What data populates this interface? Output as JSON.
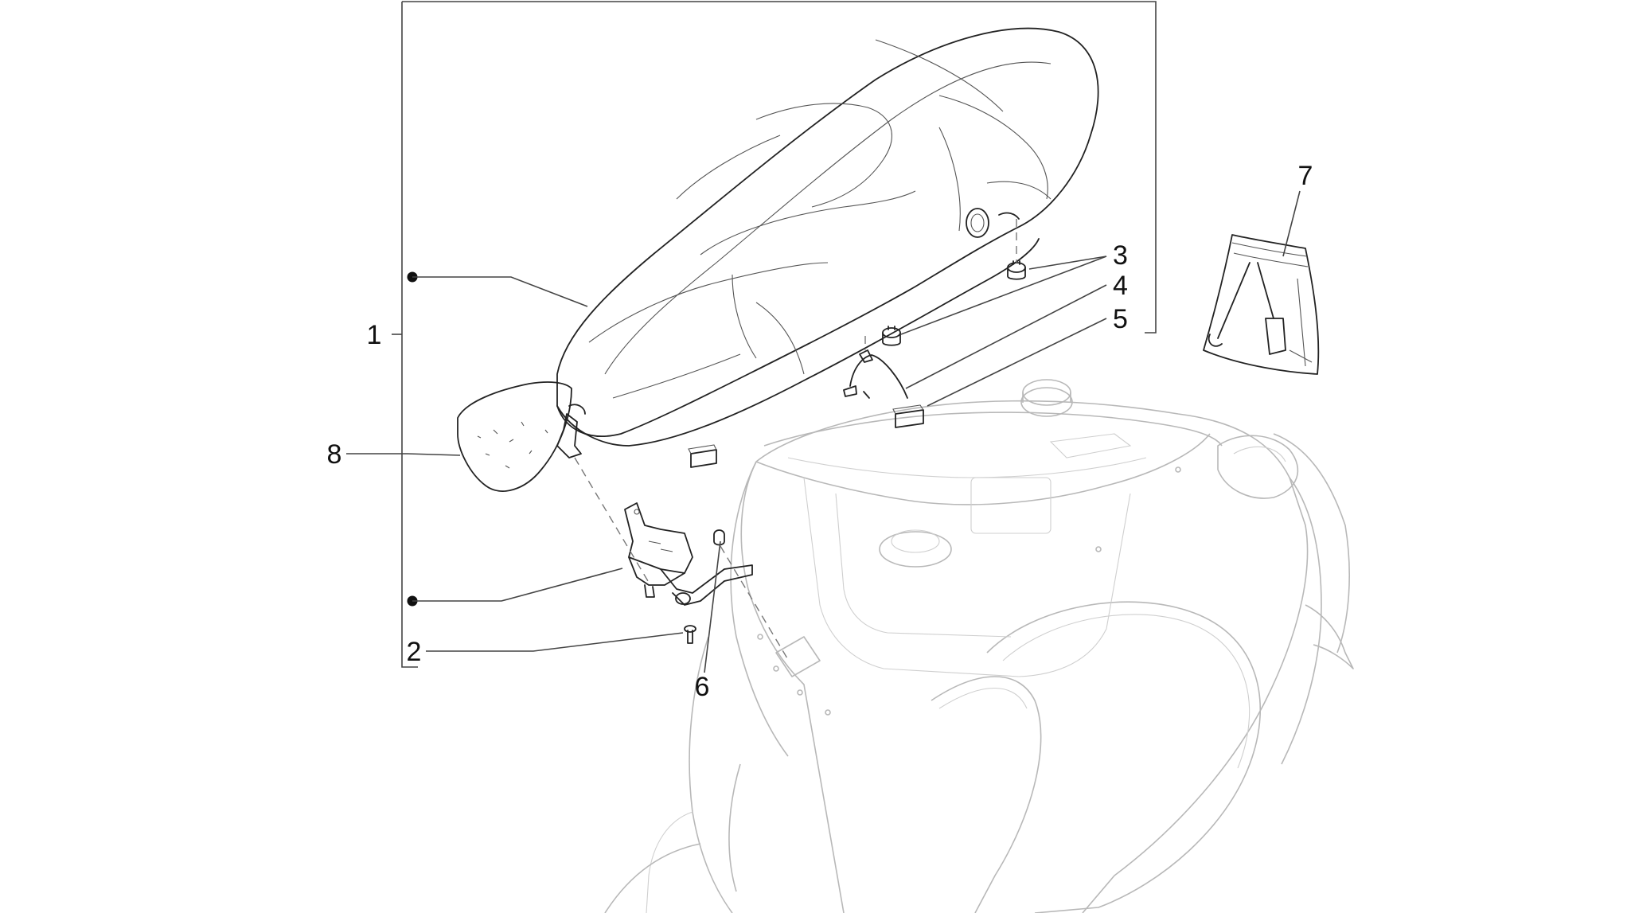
{
  "callouts": [
    {
      "id": "1",
      "label": "1"
    },
    {
      "id": "2",
      "label": "2"
    },
    {
      "id": "3",
      "label": "3"
    },
    {
      "id": "4",
      "label": "4"
    },
    {
      "id": "5",
      "label": "5"
    },
    {
      "id": "6",
      "label": "6"
    },
    {
      "id": "7",
      "label": "7"
    },
    {
      "id": "8",
      "label": "8"
    }
  ],
  "colors": {
    "ink": "#222222",
    "ghost": "#b8b8b8",
    "background": "#ffffff"
  },
  "icons": [
    "seat-icon",
    "hinge-bracket-icon",
    "bumper-icon",
    "tool-kit-icon",
    "body-frame-icon"
  ]
}
